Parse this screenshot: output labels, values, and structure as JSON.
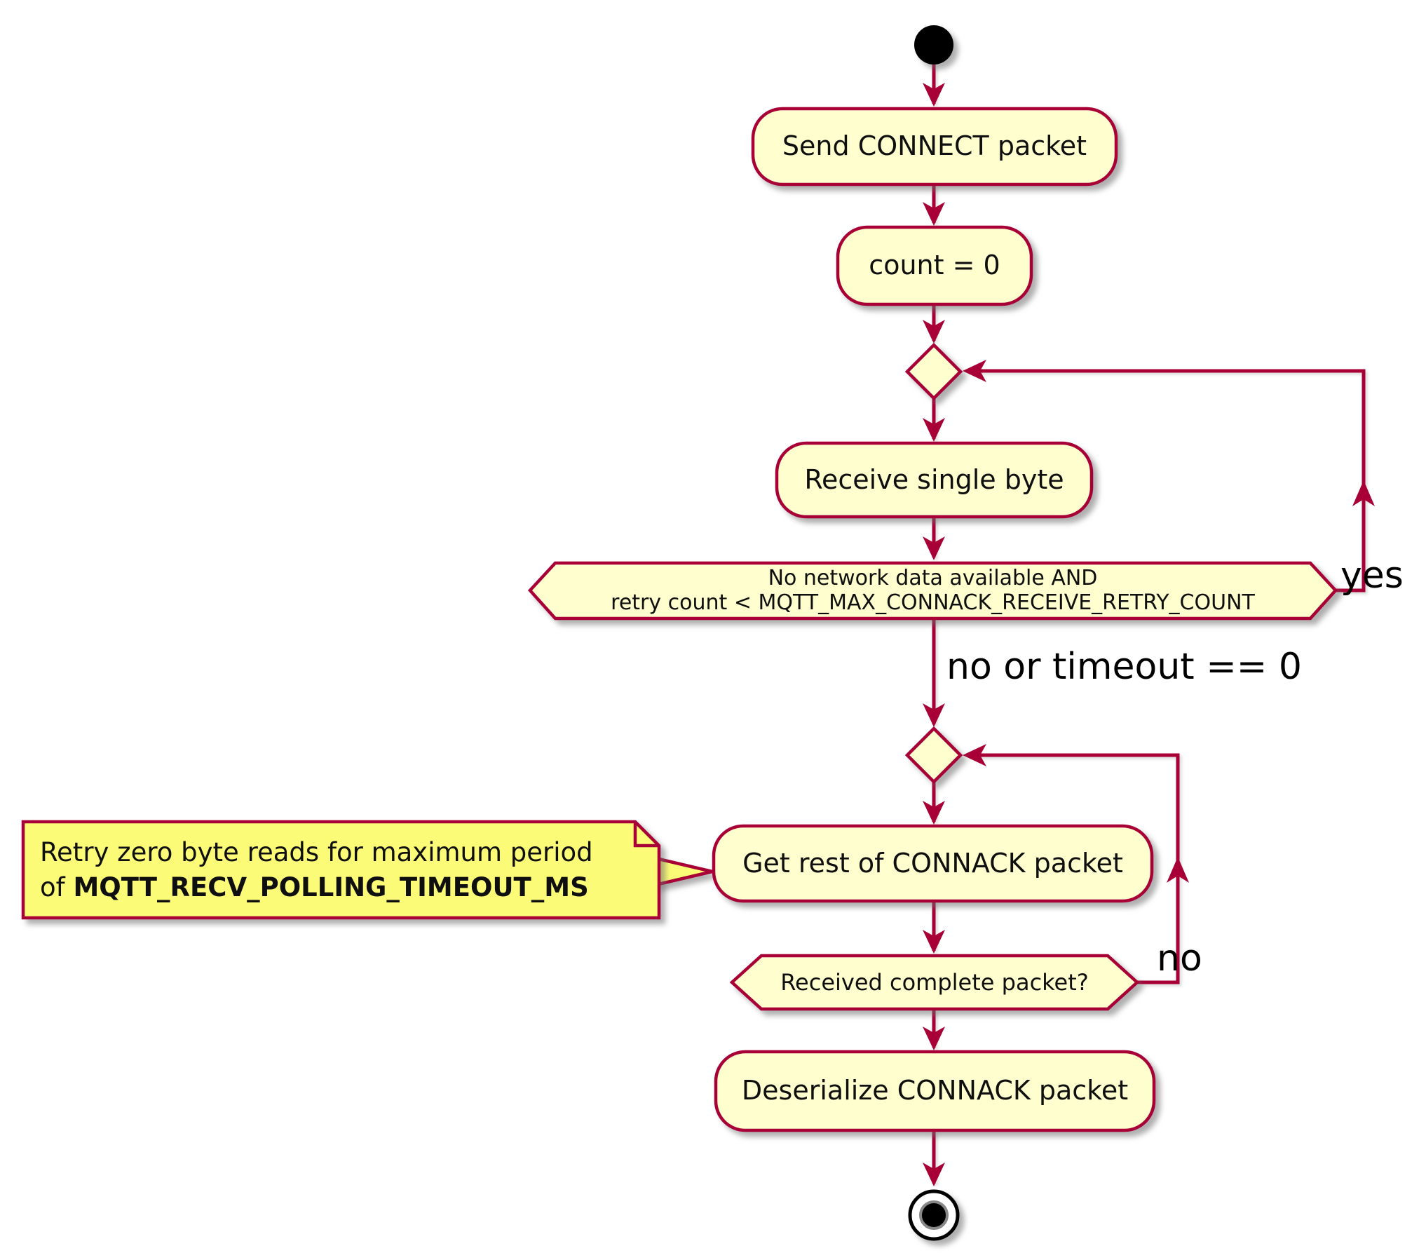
{
  "diagram": {
    "activities": {
      "send_connect": "Send CONNECT packet",
      "count_zero": "count = 0",
      "receive_byte": "Receive single byte",
      "get_rest": "Get rest of CONNACK packet",
      "deserialize": "Deserialize CONNACK packet"
    },
    "conditions": {
      "retry_line1": "No network data available AND",
      "retry_line2": "retry count < MQTT_MAX_CONNACK_RECEIVE_RETRY_COUNT",
      "received_complete": "Received complete packet?"
    },
    "edge_labels": {
      "yes": "yes",
      "no_or_timeout": "no or timeout == 0",
      "no": "no"
    },
    "note": {
      "line1": "Retry zero byte reads for maximum period",
      "line2_prefix": "of ",
      "line2_bold": "MQTT_RECV_POLLING_TIMEOUT_MS"
    },
    "colors": {
      "border": "#A80036",
      "activity_fill": "#FEFECE",
      "note_fill": "#FBFB77",
      "start_end_fill": "#000000",
      "text": "#0f0f0f"
    }
  }
}
